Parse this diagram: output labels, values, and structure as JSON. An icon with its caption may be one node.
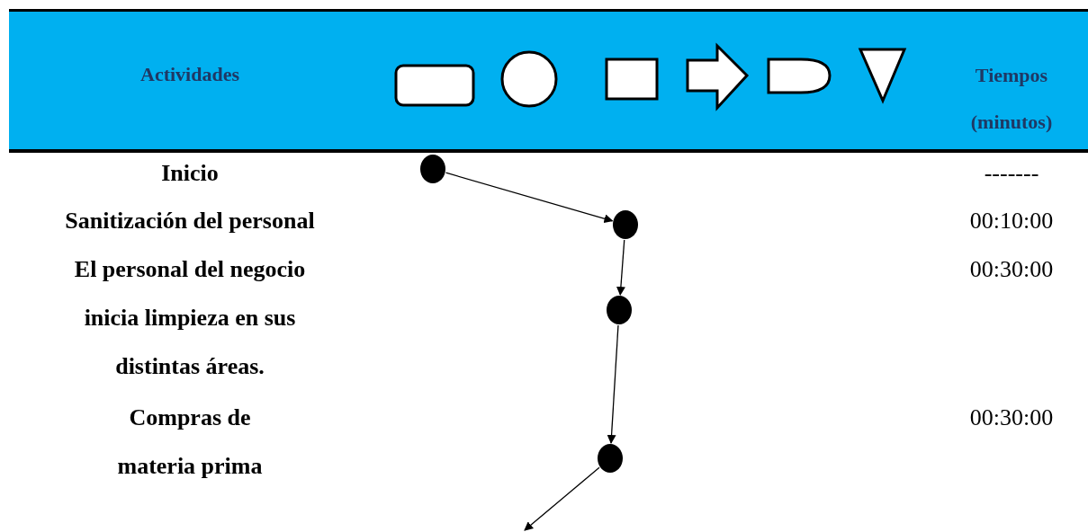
{
  "diagram": {
    "nodes": [
      {
        "text": [],
        "shape": "circle"
      },
      {
        "text": [],
        "shape": "circle"
      },
      {
        "text": [],
        "shape": "circle"
      },
      {
        "text": [],
        "shape": "circle"
      }
    ],
    "edges": [
      {
        "from": 0,
        "to": 1,
        "arrow": "to"
      },
      {
        "from": 1,
        "to": 2,
        "arrow": "to"
      },
      {
        "from": 2,
        "to": 3,
        "arrow": "to"
      },
      {
        "from": 3,
        "to": null,
        "arrow": "to"
      }
    ],
    "labels": [
      "Actividades",
      "Tiempos (minutos)",
      "Inicio",
      "-------",
      "Sanitización del personal",
      "00:10:00",
      "El personal del negocio inicia limpieza en sus distintas áreas.",
      "00:30:00",
      "Compras de materia prima",
      "00:30:00"
    ]
  }
}
